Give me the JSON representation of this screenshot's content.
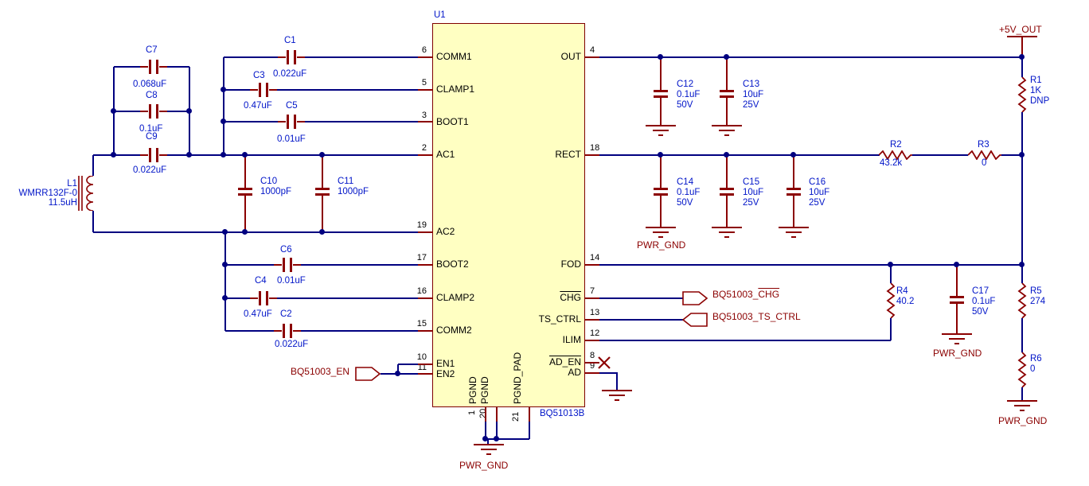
{
  "schematic": {
    "ic": {
      "refdes": "U1",
      "part": "BQ51013B",
      "left_pins": [
        {
          "num": "6",
          "name": "COMM1"
        },
        {
          "num": "5",
          "name": "CLAMP1"
        },
        {
          "num": "3",
          "name": "BOOT1"
        },
        {
          "num": "2",
          "name": "AC1"
        },
        {
          "num": "19",
          "name": "AC2"
        },
        {
          "num": "17",
          "name": "BOOT2"
        },
        {
          "num": "16",
          "name": "CLAMP2"
        },
        {
          "num": "15",
          "name": "COMM2"
        },
        {
          "num": "10",
          "name": "EN1"
        },
        {
          "num": "11",
          "name": "EN2"
        }
      ],
      "right_pins": [
        {
          "num": "4",
          "name": "OUT"
        },
        {
          "num": "18",
          "name": "RECT"
        },
        {
          "num": "14",
          "name": "FOD"
        },
        {
          "num": "7",
          "name": "CHG",
          "overline": true
        },
        {
          "num": "13",
          "name": "TS_CTRL"
        },
        {
          "num": "12",
          "name": "ILIM"
        },
        {
          "num": "8",
          "name": "AD_EN",
          "overline": true
        },
        {
          "num": "9",
          "name": "AD"
        }
      ],
      "bottom_pins": [
        {
          "num": "1",
          "name": "PGND"
        },
        {
          "num": "20",
          "name": "PGND"
        },
        {
          "num": "21",
          "name": "PGND_PAD"
        }
      ]
    },
    "components": {
      "L1": {
        "ref": "L1",
        "part": "WMRR132F-0",
        "value": "11.5uH"
      },
      "C1": {
        "ref": "C1",
        "value": "0.022uF"
      },
      "C2": {
        "ref": "C2",
        "value": "0.022uF"
      },
      "C3": {
        "ref": "C3",
        "value": "0.47uF"
      },
      "C4": {
        "ref": "C4",
        "value": "0.47uF"
      },
      "C5": {
        "ref": "C5",
        "value": "0.01uF"
      },
      "C6": {
        "ref": "C6",
        "value": "0.01uF"
      },
      "C7": {
        "ref": "C7",
        "value": "0.068uF"
      },
      "C8": {
        "ref": "C8",
        "value": "0.1uF"
      },
      "C9": {
        "ref": "C9",
        "value": "0.022uF"
      },
      "C10": {
        "ref": "C10",
        "value": "1000pF"
      },
      "C11": {
        "ref": "C11",
        "value": "1000pF"
      },
      "C12": {
        "ref": "C12",
        "value": "0.1uF",
        "volt": "50V"
      },
      "C13": {
        "ref": "C13",
        "value": "10uF",
        "volt": "25V"
      },
      "C14": {
        "ref": "C14",
        "value": "0.1uF",
        "volt": "50V"
      },
      "C15": {
        "ref": "C15",
        "value": "10uF",
        "volt": "25V"
      },
      "C16": {
        "ref": "C16",
        "value": "10uF",
        "volt": "25V"
      },
      "C17": {
        "ref": "C17",
        "value": "0.1uF",
        "volt": "50V"
      },
      "R1": {
        "ref": "R1",
        "value": "1K",
        "note": "DNP"
      },
      "R2": {
        "ref": "R2",
        "value": "43.2k"
      },
      "R3": {
        "ref": "R3",
        "value": "0"
      },
      "R4": {
        "ref": "R4",
        "value": "40.2"
      },
      "R5": {
        "ref": "R5",
        "value": "274"
      },
      "R6": {
        "ref": "R6",
        "value": "0"
      }
    },
    "net_labels": {
      "vout": "+5V_OUT",
      "gnd": "PWR_GND"
    },
    "ports": {
      "en": "BQ51003_EN",
      "chg_prefix": "BQ51003_",
      "chg_overline": "CHG",
      "ts_ctrl": "BQ51003_TS_CTRL"
    },
    "colors": {
      "wire": "#000080",
      "symbol": "#8B0000",
      "designator_text": "#0014C8",
      "net_text": "#8B0000",
      "ic_fill": "#FFFFC2",
      "ic_border": "#7F0000",
      "background": "#FFFFFF"
    }
  }
}
